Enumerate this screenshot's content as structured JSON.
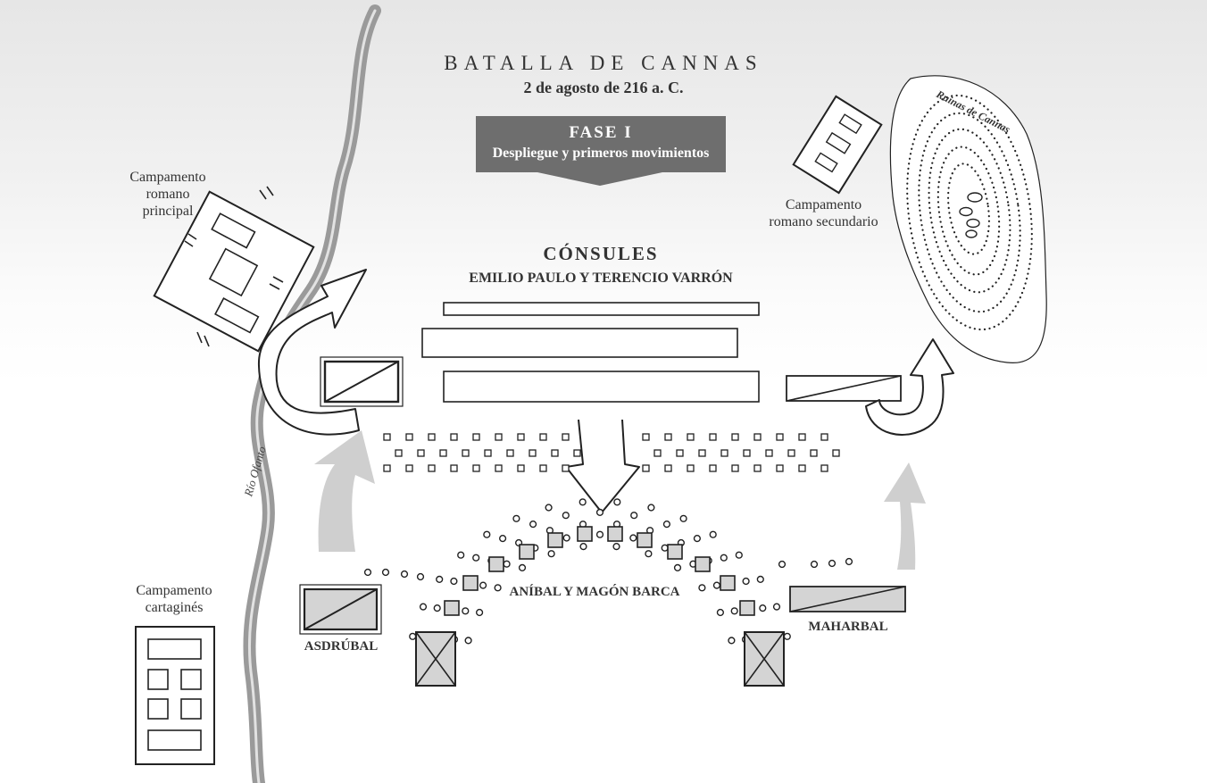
{
  "title": "BATALLA DE CANNAS",
  "subtitle": "2 de agosto de 216 a. C.",
  "phase": {
    "label": "FASE I",
    "description": "Despliegue y primeros movimientos",
    "banner_color": "#6e6e6e"
  },
  "roman_command": {
    "heading": "CÓNSULES",
    "names": "EMILIO PAULO Y TERENCIO VARRÓN"
  },
  "camps": {
    "roman_main": [
      "Campamento",
      "romano",
      "principal"
    ],
    "roman_secondary": [
      "Campamento",
      "romano secundario"
    ],
    "carthaginian": [
      "Campamento",
      "cartaginés"
    ]
  },
  "commanders": {
    "hasdrubal": "ASDRÚBAL",
    "hannibal_mago": "ANÍBAL Y MAGÓN BARCA",
    "maharbal": "MAHARBAL"
  },
  "features": {
    "river": "Río Ofanto",
    "ruins": "Ruinas de Cannas"
  },
  "colors": {
    "ink": "#222222",
    "river": "#8a8a8a",
    "unit_fill": "#d4d4d4",
    "arrow_fill": "#cfcfcf"
  }
}
